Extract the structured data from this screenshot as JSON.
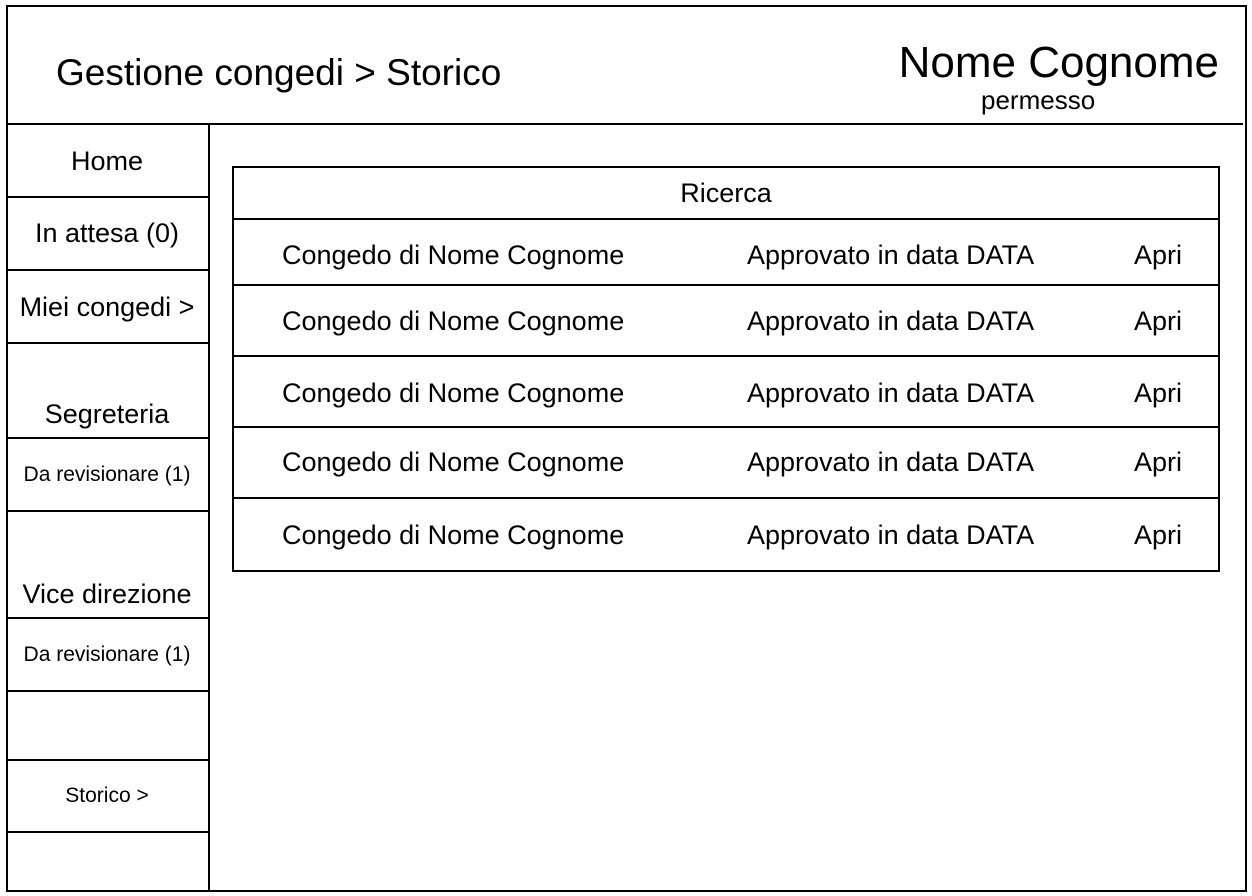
{
  "header": {
    "title": "Gestione congedi > Storico",
    "user_name": "Nome Cognome",
    "user_role": "permesso"
  },
  "sidebar": {
    "home": "Home",
    "in_attesa": "In attesa (0)",
    "miei_congedi": "Miei congedi >",
    "segreteria_heading": "Segreteria",
    "segreteria_da_revisionare": "Da revisionare (1)",
    "vice_direzione_heading": "Vice direzione",
    "vice_direzione_da_revisionare": "Da revisionare (1)",
    "storico": "Storico >"
  },
  "search": {
    "label": "Ricerca"
  },
  "list": {
    "rows": [
      {
        "name": "Congedo di Nome Cognome",
        "status": "Approvato in data DATA",
        "action": "Apri"
      },
      {
        "name": "Congedo di Nome Cognome",
        "status": "Approvato in data DATA",
        "action": "Apri"
      },
      {
        "name": "Congedo di Nome Cognome",
        "status": "Approvato in data DATA",
        "action": "Apri"
      },
      {
        "name": "Congedo di Nome Cognome",
        "status": "Approvato in data DATA",
        "action": "Apri"
      },
      {
        "name": "Congedo di Nome Cognome",
        "status": "Approvato in data DATA",
        "action": "Apri"
      }
    ]
  }
}
